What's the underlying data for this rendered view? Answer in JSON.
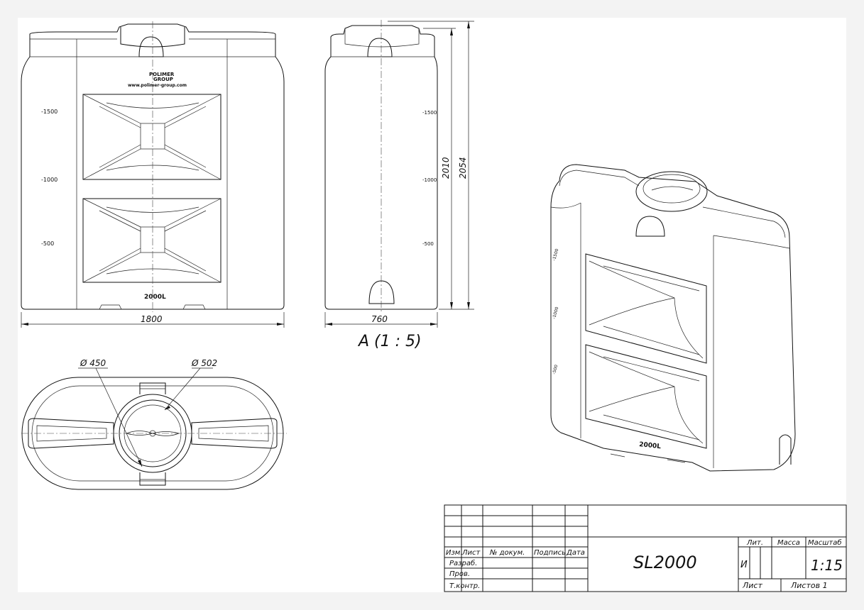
{
  "front_view": {
    "logo_line1": "POLIMER",
    "logo_line2": "GROUP",
    "website": "www.polimer-group.com",
    "level_marks": [
      "-1500",
      "-1000",
      "-500"
    ],
    "volume_label": "2000L",
    "width_dim": "1800"
  },
  "side_view": {
    "level_marks": [
      "-1500",
      "-1000",
      "-500"
    ],
    "height_dim_inner": "2010",
    "height_dim_outer": "2054",
    "depth_dim": "760",
    "view_label": "A (1 : 5)"
  },
  "top_view": {
    "dia_inner": "Ø 450",
    "dia_outer": "Ø 502"
  },
  "iso_view": {
    "level_marks": [
      "-1500",
      "-1000",
      "-500"
    ],
    "volume_label": "2000L"
  },
  "title_block": {
    "row_labels": [
      "Изм.",
      "Лист",
      "№ докум.",
      "Подпись",
      "Дата"
    ],
    "role_labels": [
      "Разраб.",
      "Пров.",
      "Т.контр."
    ],
    "designation": "SL2000",
    "lit_header": "Лит.",
    "mass_header": "Масса",
    "scale_header": "Масштаб",
    "lit_value": "И",
    "scale_value": "1:15",
    "sheet_label": "Лист",
    "sheets_label": "Листов 1"
  }
}
